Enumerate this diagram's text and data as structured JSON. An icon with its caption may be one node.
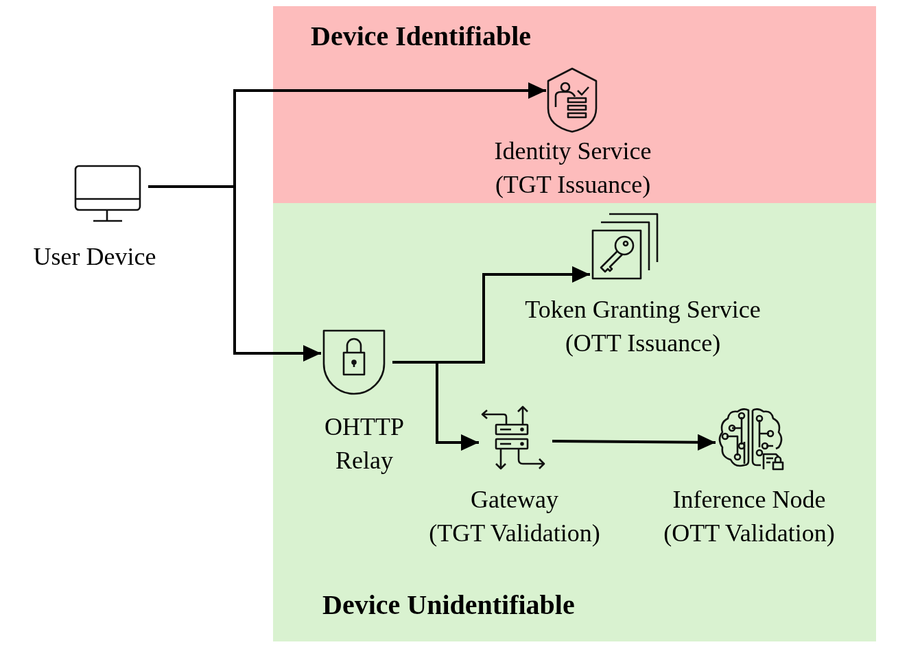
{
  "diagram": {
    "nodes": [
      {
        "text": [],
        "shape": "picture",
        "beside": [
          "User Device"
        ]
      },
      {
        "text": [
          "Device Identifiable"
        ]
      },
      {
        "text": [],
        "shape": "picture",
        "in": 1,
        "beside": [
          "Identity Service",
          "(TGT Issuance)"
        ]
      },
      {
        "text": [
          "Device Unidentifiable"
        ]
      },
      {
        "text": [],
        "shape": "picture",
        "in": 3,
        "beside": [
          "Token Granting Service",
          "(OTT Issuance)"
        ]
      },
      {
        "text": [],
        "shape": "picture",
        "in": 3,
        "beside": [
          "OHTTP Relay"
        ]
      },
      {
        "text": [],
        "shape": "picture",
        "in": 3,
        "beside": [
          "Gateway",
          "(TGT Validation)"
        ]
      },
      {
        "text": [],
        "shape": "picture",
        "in": 3,
        "beside": [
          "Inference Node",
          "(OTT Validation)"
        ]
      }
    ],
    "edges": [
      {
        "from": 0,
        "to": 2,
        "arrow": "to"
      },
      {
        "from": 0,
        "to": 5,
        "arrow": "to"
      },
      {
        "from": 5,
        "to": 4,
        "arrow": "to"
      },
      {
        "from": 5,
        "to": 6,
        "arrow": "to"
      },
      {
        "from": 6,
        "to": 7,
        "arrow": "to"
      }
    ]
  }
}
